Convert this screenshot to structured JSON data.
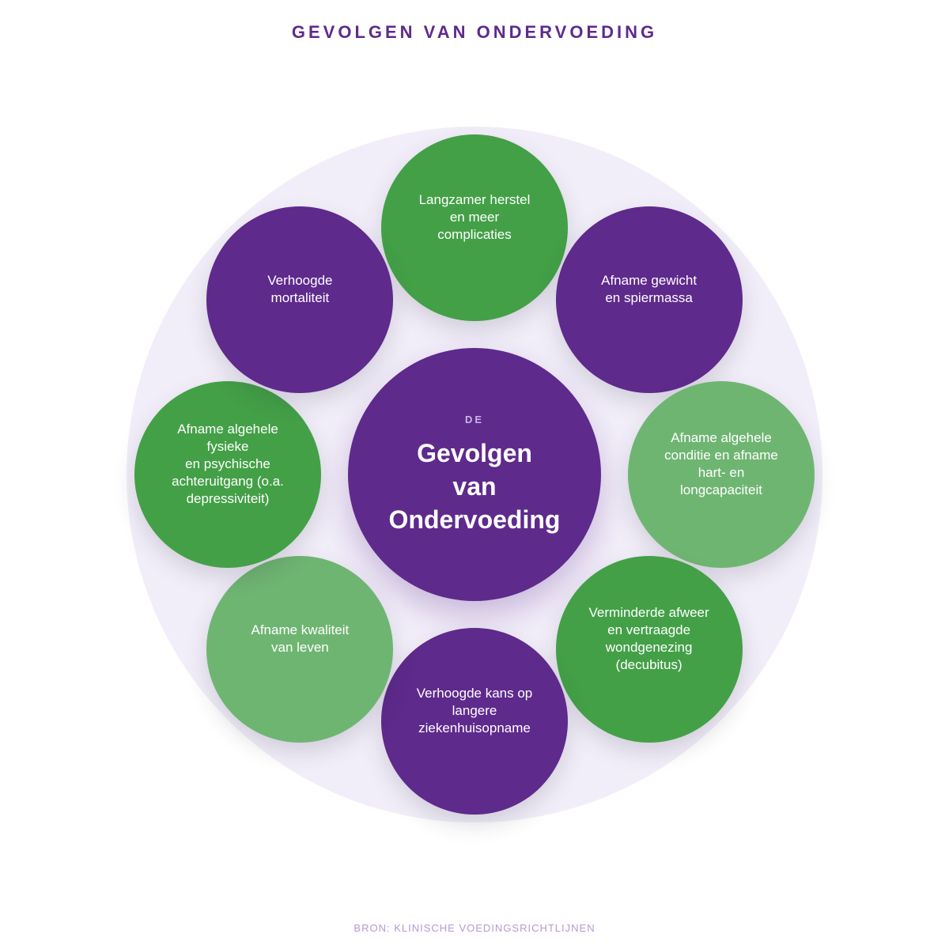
{
  "title": "GEVOLGEN VAN ONDERVOEDING",
  "center": {
    "eyebrow": "DE",
    "title": "Gevolgen\nvan\nOndervoeding"
  },
  "nodes": [
    {
      "label": "Langzamer herstel\nen meer\ncomplicaties",
      "color": "#43a047"
    },
    {
      "label": "Afname gewicht\nen spiermassa",
      "color": "#5e2a8c"
    },
    {
      "label": "Afname algehele\nconditie en afname\nhart- en\nlongcapaciteit",
      "color": "#6fb572"
    },
    {
      "label": "Verminderde afweer\nen vertraagde\nwondgenezing\n(decubitus)",
      "color": "#43a047"
    },
    {
      "label": "Verhoogde kans op\nlangere\nziekenhuisopname",
      "color": "#5e2a8c"
    },
    {
      "label": "Afname kwaliteit\nvan leven",
      "color": "#6fb572"
    },
    {
      "label": "Afname algehele\nfysieke\nen psychische\nachteruitgang (o.a.\ndepressiviteit)",
      "color": "#43a047"
    },
    {
      "label": "Verhoogde\nmortaliteit",
      "color": "#5e2a8c"
    }
  ],
  "source": "BRON: KLINISCHE VOEDINGSRICHTLIJNEN",
  "colors": {
    "purple": "#5e2a8c",
    "green_dark": "#43a047",
    "green_light": "#6fb572",
    "halo": "#f2eef9"
  }
}
